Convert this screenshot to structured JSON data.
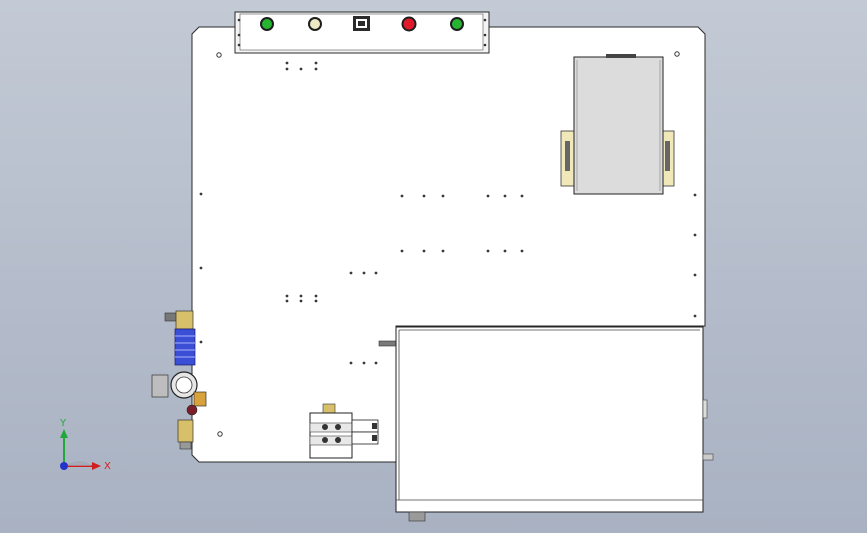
{
  "viewport": {
    "background": "#b7bfcc",
    "triad": {
      "x_label": "X",
      "y_label": "Y",
      "x_color": "#d21e1e",
      "y_color": "#22a83a",
      "z_color": "#2433c9"
    }
  },
  "control_panel": {
    "buttons": [
      {
        "name": "green-indicator-left",
        "color": "#28b433",
        "type": "pilot-light"
      },
      {
        "name": "white-indicator",
        "color": "#eee8c4",
        "type": "pilot-light"
      },
      {
        "name": "selector-switch",
        "color": "#2b2b2b",
        "type": "switch"
      },
      {
        "name": "red-button",
        "color": "#e01a2a",
        "type": "push-button"
      },
      {
        "name": "green-indicator-right",
        "color": "#28b433",
        "type": "pilot-light"
      }
    ]
  },
  "parts": {
    "base_plate": "base-plate",
    "electrical_box": "electrical-box",
    "enclosure_box": "lower-enclosure",
    "regulator": "pressure-regulator",
    "valve_manifold": "valve-manifold"
  },
  "colors": {
    "plate_fill": "#ffffff",
    "plate_edge": "#2a2a2a",
    "box_fill": "#dcdcdc",
    "fitting_blue": "#3b4fd6",
    "fitting_brass": "#d8c06a"
  }
}
